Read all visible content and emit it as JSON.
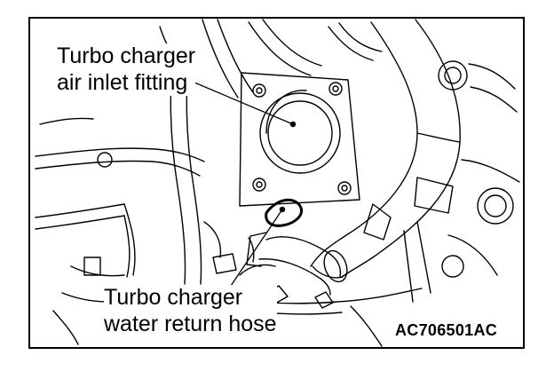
{
  "callouts": {
    "air_inlet": [
      "Turbo charger",
      "air inlet fitting"
    ],
    "water_return": [
      "Turbo charger",
      "water return hose"
    ]
  },
  "figure_code": "AC706501AC"
}
